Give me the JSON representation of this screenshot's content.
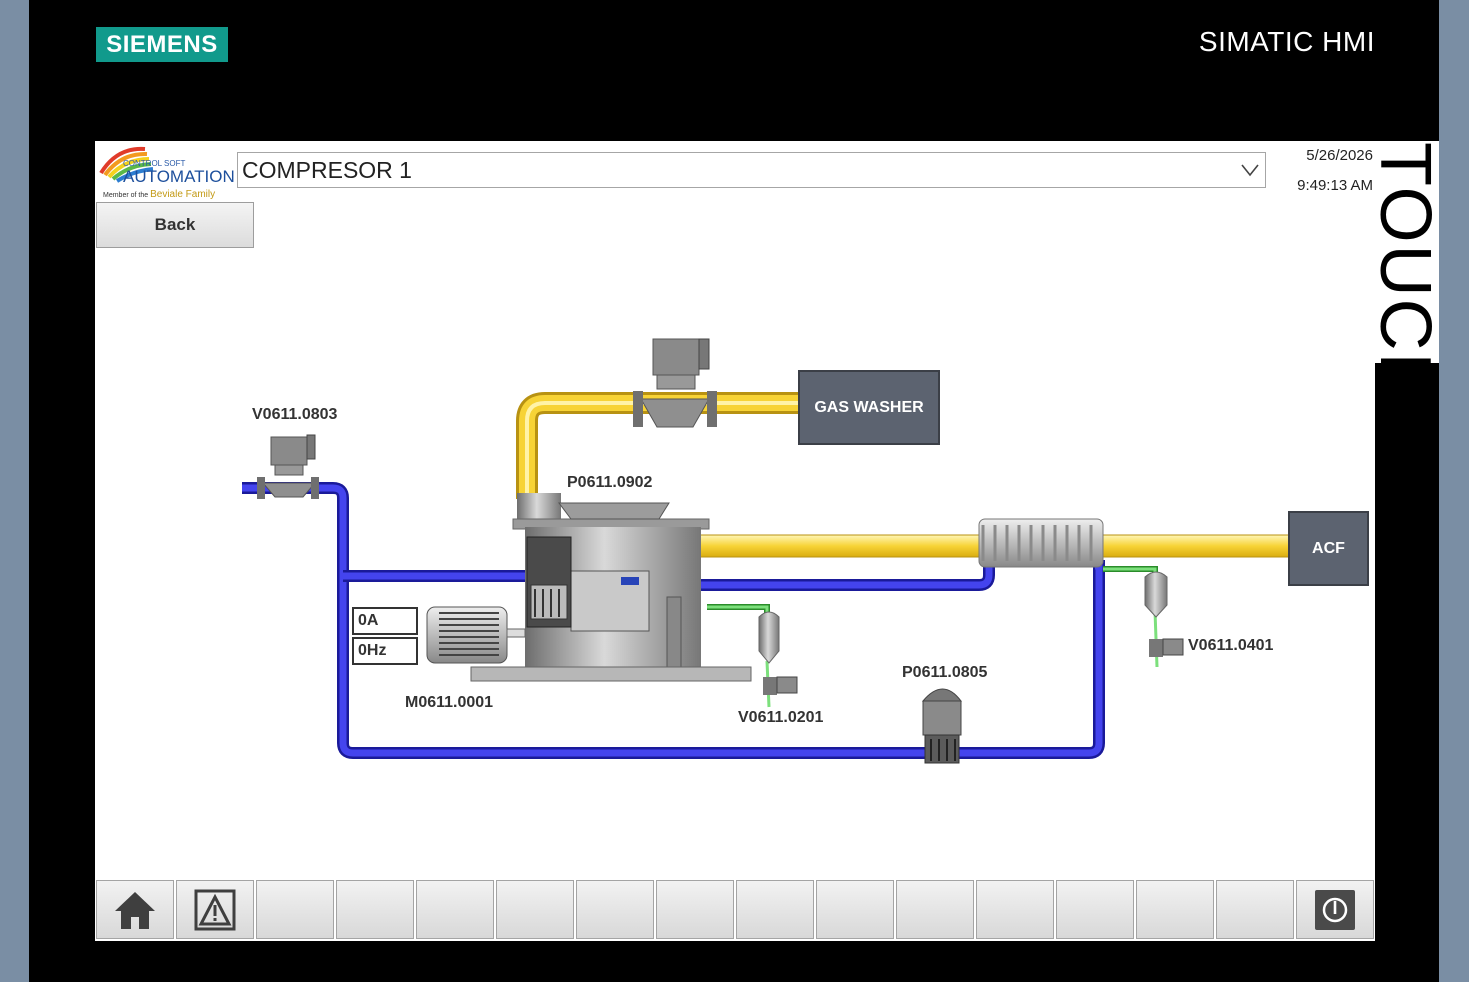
{
  "device": {
    "brand": "SIEMENS",
    "product": "SIMATIC HMI",
    "side_label": "TOUCH"
  },
  "header": {
    "logo": {
      "small": "CONTROL SOFT",
      "main": "AUTOMATION",
      "member_prefix": "Member of the",
      "member_family": "Beviale Family"
    },
    "screen_select": {
      "value": "COMPRESOR 1"
    },
    "date": "5/26/2026",
    "time": "9:49:13 AM"
  },
  "back_button": {
    "label": "Back"
  },
  "process": {
    "valve_inlet": "V0611.0803",
    "compressor": "P0611.0902",
    "gas_washer": "GAS WASHER",
    "acf": "ACF",
    "motor": "M0611.0001",
    "motor_current": "0A",
    "motor_frequency": "0Hz",
    "valve_drain_1": "V0611.0201",
    "pump": "P0611.0805",
    "valve_drain_2": "V0611.0401"
  },
  "colors": {
    "gas_pipe": "#f7d336",
    "water_pipe": "#3c3ce0",
    "drain_pipe": "#5fd35f",
    "equipment_box": "#5c6370"
  },
  "toolbar": {
    "buttons": [
      "home-icon",
      "alarm-icon",
      "",
      "",
      "",
      "",
      "",
      "",
      "",
      "",
      "",
      "",
      "",
      "",
      "",
      "power-icon"
    ]
  }
}
